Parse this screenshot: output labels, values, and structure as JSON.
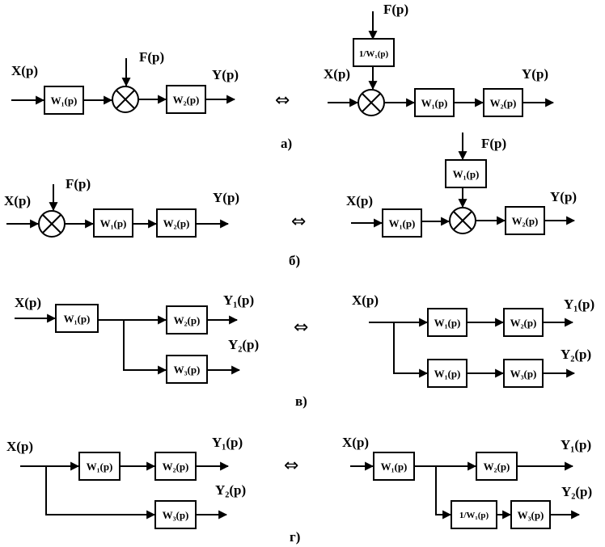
{
  "signals": {
    "x": "X(p)",
    "f": "F(p)",
    "y": "Y(p)",
    "y1": "Y₁(p)",
    "y2": "Y₂(p)"
  },
  "blocks": {
    "w1": "W₁(p)",
    "w2": "W₂(p)",
    "w3": "W₃(p)",
    "inv_w1": "1/W₁(p)"
  },
  "equivalence_symbol": "⇔",
  "captions": {
    "a": "а)",
    "b": "б)",
    "v": "в)",
    "g": "г)"
  }
}
